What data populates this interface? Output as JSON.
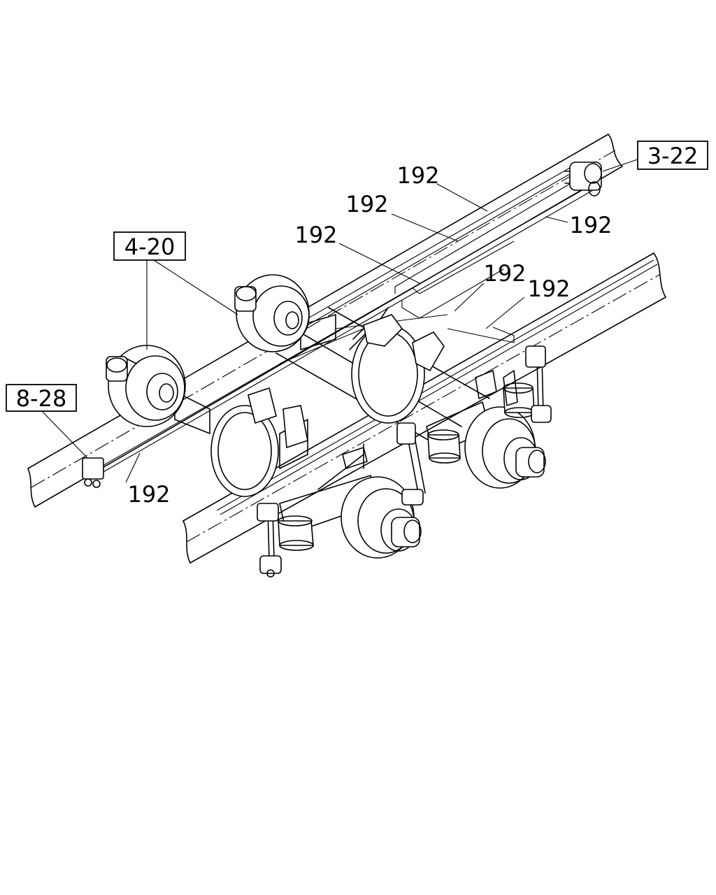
{
  "ref_boxes": [
    {
      "id": "ref-3-22",
      "label": "3-22"
    },
    {
      "id": "ref-4-20",
      "label": "4-20"
    },
    {
      "id": "ref-8-28",
      "label": "8-28"
    }
  ],
  "part_labels": [
    {
      "id": "part-a",
      "label": "192"
    },
    {
      "id": "part-b",
      "label": "192"
    },
    {
      "id": "part-c",
      "label": "192"
    },
    {
      "id": "part-d",
      "label": "192"
    },
    {
      "id": "part-e",
      "label": "192"
    },
    {
      "id": "part-f",
      "label": "192"
    },
    {
      "id": "part-g",
      "label": "192"
    }
  ]
}
